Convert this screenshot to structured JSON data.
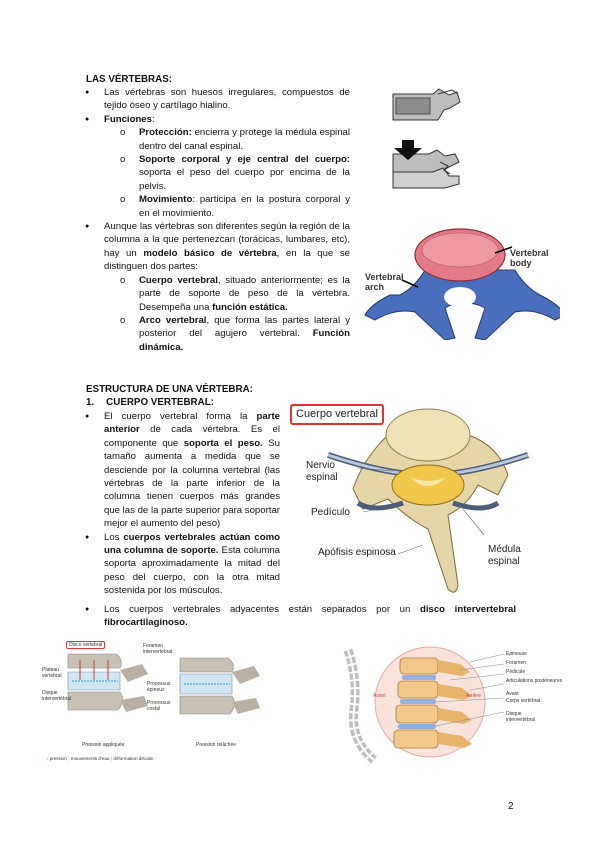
{
  "section1": {
    "heading": "LAS VÉRTEBRAS:",
    "b1": "Las vértebras son huesos irregulares, compuestos de tejido óseo y cartílago hialino.",
    "b2_label": "Funciones",
    "b2_colon": ":",
    "f1_bold": "Protección:",
    "f1_rest": " encierra y protege la médula espinal dentro del canal espinal.",
    "f2_bold": "Soporte corporal y eje central del cuerpo:",
    "f2_rest": " soporta el peso del cuerpo por encima de la pelvis.",
    "f3_bold": "Movimiento",
    "f3_rest": ": participa en la postura corporal y en el movimiento.",
    "b3_a": "Aunque las vértebras son diferentes según la región de la columna a la que pertenezcan (torácicas, lumbares, etc), hay un ",
    "b3_bold": "modelo básico de vértebra",
    "b3_b": ", en la que se distinguen dos partes:",
    "p1_bold": "Cuerpo vertebral",
    "p1_a": ", situado anteriormente; es la parte de soporte de peso de la vértebra. Desempeña una ",
    "p1_bold2": "función estática.",
    "p2_bold": "Arco vertebral",
    "p2_a": ", que forma las partes lateral y posterior del agujero vertebral. ",
    "p2_bold2": "Función dinámica."
  },
  "fig_top": {
    "label_body": "Vertebral body",
    "label_arch": "Vertebral arch"
  },
  "section2": {
    "heading": "ESTRUCTURA DE UNA VÉRTEBRA:",
    "sub_num": "1.",
    "sub": "CUERPO VERTEBRAL:",
    "b1_a": "El cuerpo vertebral forma la ",
    "b1_bold": "parte anterior",
    "b1_b": " de cada vértebra. Es el componente que ",
    "b1_bold2": "soporta el peso.",
    "b1_c": " Su tamaño aumenta a medida que se desciende por la columna vertebral (las vértebras de la parte inferior de la columna tienen cuerpos más grandes que las de la parte superior para soportar mejor el aumento del peso)",
    "b2_a": "Los ",
    "b2_bold": "cuerpos vertebrales actúan como una columna de soporte.",
    "b2_b": " Esta columna soporta aproximadamente la mitad del peso del cuerpo, con la otra mitad sostenida por los músculos.",
    "b3_a": "Los cuerpos vertebrales adyacentes están separados por un ",
    "b3_bold": "disco intervertebral fibrocartilaginoso."
  },
  "fig_mid": {
    "cuerpo": "Cuerpo vertebral",
    "nervio": "Nervio espinal",
    "pediculo": "Pedículo",
    "apofisis": "Apófisis espinosa",
    "medula": "Médula espinal"
  },
  "fig_bl": {
    "disco_vertebral": "Disco vertebral",
    "foramen": "Foramen intervertebral",
    "plateau": "Plateau vertebral",
    "disque": "Disque intervertébral",
    "proc_epineux": "Processus épineux",
    "proc_costal": "Processus costal",
    "pression_appliquee": "Pression appliquée",
    "pression_relachee": "Pression relâchée",
    "legend": "pression ; mouvements d'eau ; déformation discale."
  },
  "fig_br": {
    "epineuse": "Epineuse",
    "foramen": "Foramen",
    "pedicule": "Pédicule",
    "articulations": "Articulations postérieures",
    "avant": "Avant",
    "corps": "Corps vertébral",
    "disque": "Disque intervertébral",
    "avant_l": "Avant",
    "arriere": "Arrière"
  },
  "page_number": "2"
}
